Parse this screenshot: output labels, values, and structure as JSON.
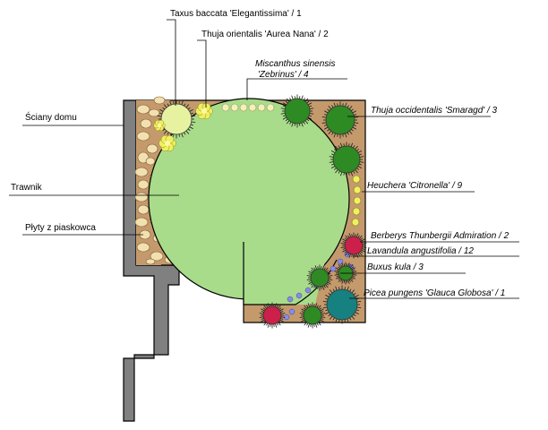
{
  "labels": {
    "taxus": "Taxus baccata 'Elegantissima' / 1",
    "thuja_orientalis": "Thuja orientalis 'Aurea Nana' / 2",
    "miscanthus_1": "Miscanthus sinensis",
    "miscanthus_2": "'Zebrinus' / 4",
    "thuja_occidentalis": "Thuja occidentalis 'Smaragd' / 3",
    "sciany": "Ściany domu",
    "trawnik": "Trawnik",
    "plyty": "Płyty z piaskowca",
    "heuchera": "Heuchera 'Citronella' / 9",
    "berberys": "Berberys Thunbergii Admiration / 2",
    "lavandula": "Lavandula angustifolia / 12",
    "buxus": "Buxus kula / 3",
    "picea": "Picea pungens 'Glauca Globosa' / 1"
  },
  "colors": {
    "lawn": "#a8dc8a",
    "soil": "#c49a6c",
    "paving": "#f2e0b0",
    "wall": "#808080",
    "thuja_green": "#2e8a22",
    "yellow": "#f0f060",
    "taxus": "#e6f2a0",
    "berberis": "#cc1f4a",
    "picea": "#178080",
    "lavender": "#8a8ae8"
  }
}
